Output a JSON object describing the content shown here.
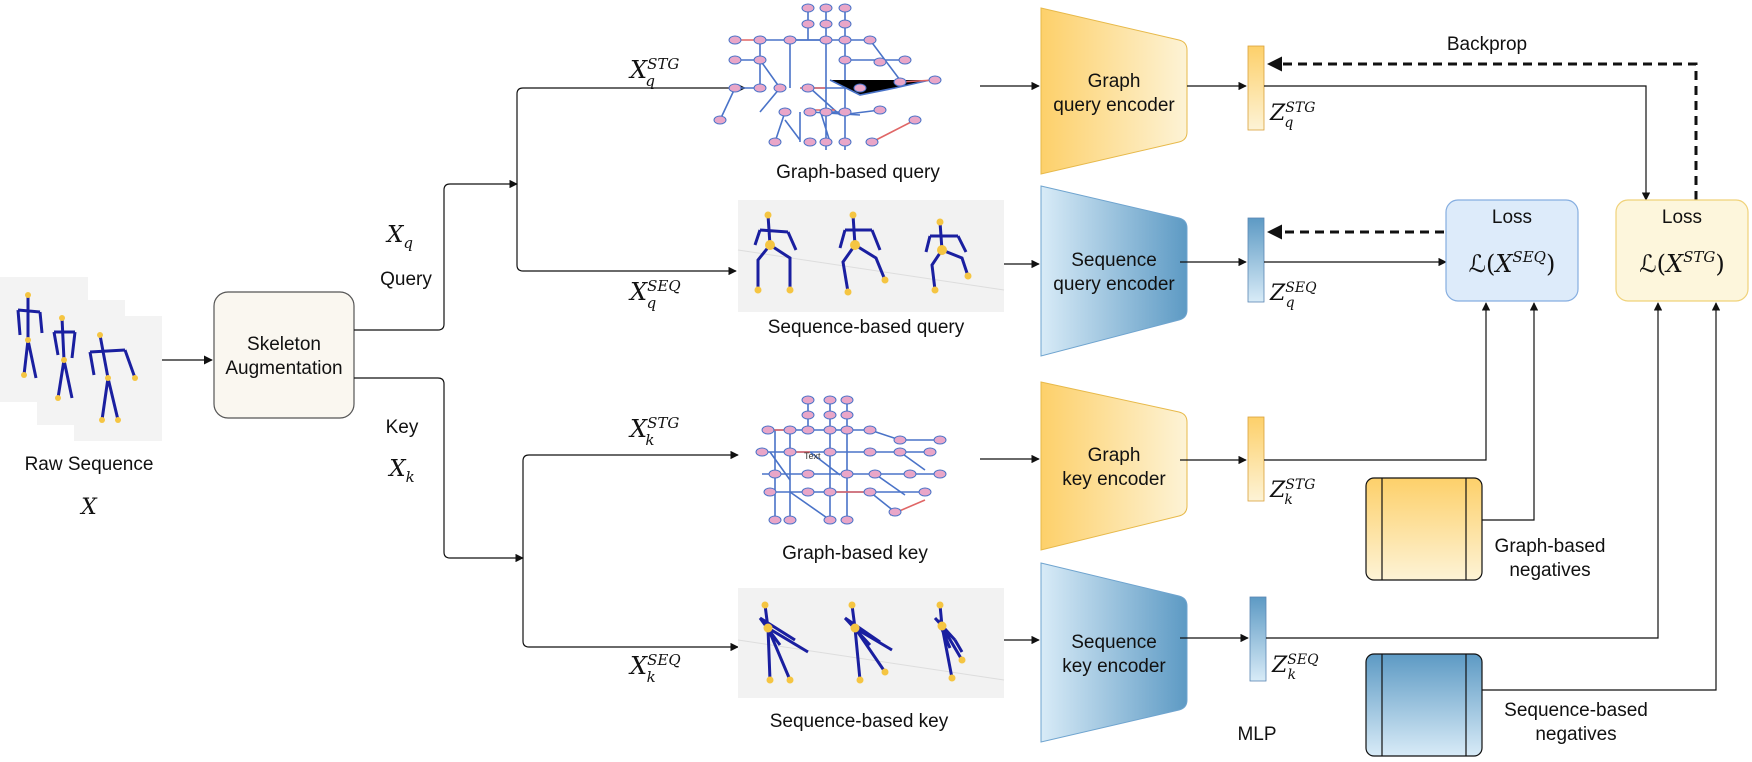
{
  "raw": {
    "label": "Raw Sequence",
    "symbol": "X"
  },
  "augmentation": {
    "line1": "Skeleton",
    "line2": "Augmentation"
  },
  "query": {
    "symbol": "X",
    "sub": "q",
    "label": "Query"
  },
  "key": {
    "symbol": "X",
    "sub": "k",
    "label": "Key"
  },
  "inputs": {
    "xq_stg": {
      "base": "X",
      "sub": "q",
      "sup": "STG"
    },
    "xq_seq": {
      "base": "X",
      "sub": "q",
      "sup": "SEQ"
    },
    "xk_stg": {
      "base": "X",
      "sub": "k",
      "sup": "STG"
    },
    "xk_seq": {
      "base": "X",
      "sub": "k",
      "sup": "SEQ"
    }
  },
  "views": {
    "graph_query": "Graph-based query",
    "seq_query": "Sequence-based query",
    "graph_key": "Graph-based key",
    "seq_key": "Sequence-based key",
    "graph_node_text": "Text"
  },
  "encoders": {
    "graph_query": {
      "line1": "Graph",
      "line2": "query encoder"
    },
    "seq_query": {
      "line1": "Sequence",
      "line2": "query encoder"
    },
    "graph_key": {
      "line1": "Graph",
      "line2": "key encoder"
    },
    "seq_key": {
      "line1": "Sequence",
      "line2": "key encoder"
    }
  },
  "features": {
    "zq_stg": {
      "base": "Z",
      "sub": "q",
      "sup": "STG"
    },
    "zq_seq": {
      "base": "Z",
      "sub": "q",
      "sup": "SEQ"
    },
    "zk_stg": {
      "base": "Z",
      "sub": "k",
      "sup": "STG"
    },
    "zk_seq": {
      "base": "Z",
      "sub": "k",
      "sup": "SEQ"
    }
  },
  "losses": {
    "seq": {
      "title": "Loss",
      "script": "ℒ",
      "open": "(",
      "base": "X",
      "sup": "SEQ",
      "close": ")"
    },
    "stg": {
      "title": "Loss",
      "script": "ℒ",
      "open": "(",
      "base": "X",
      "sup": "STG",
      "close": ")"
    }
  },
  "backprop_label": "Backprop",
  "mlp_label": "MLP",
  "negatives": {
    "graph": {
      "line1": "Graph-based",
      "line2": "negatives"
    },
    "seq": {
      "line1": "Sequence-based",
      "line2": "negatives"
    }
  },
  "colors": {
    "graph_grad_start": "#fdd06a",
    "graph_grad_end": "#fdf3d6",
    "seq_grad_start": "#d8ebf7",
    "seq_grad_end": "#5d9ac4",
    "loss_seq_fill": "#ddebfa",
    "loss_seq_border": "#86aee0",
    "loss_stg_fill": "#fdf6dc",
    "loss_stg_border": "#f0d27a",
    "aug_fill": "#faf7f0",
    "skeleton_bone": "#1a1fa0",
    "skeleton_joint": "#f5c542",
    "graph_edge": "#4a73c8",
    "graph_edge_red": "#e06666",
    "graph_node": "#e9a6c8"
  }
}
